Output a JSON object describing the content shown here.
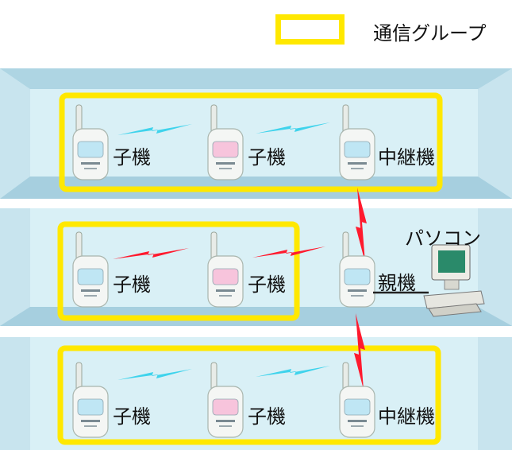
{
  "legend": {
    "label": "通信グループ",
    "color": "#ffe800"
  },
  "colors": {
    "shelf_back": "#d9f0f6",
    "shelf_side": "#b8dbe8",
    "shelf_floor": "#a6cfdf",
    "group_border": "#ffe800",
    "wireless_green_link": "#3fd3ec",
    "wireless_red_link": "#ff1a2e",
    "device_body": "#f4f6f4",
    "screen_blue": "#bfe6f4",
    "screen_pink": "#f7c4dc"
  },
  "floors": [
    {
      "devices": [
        {
          "label": "子機",
          "screen": "blue"
        },
        {
          "label": "子機",
          "screen": "pink"
        },
        {
          "label": "中継機",
          "screen": "blue"
        }
      ],
      "link_color": "wireless_green_link"
    },
    {
      "devices": [
        {
          "label": "子機",
          "screen": "blue"
        },
        {
          "label": "子機",
          "screen": "pink"
        },
        {
          "label": "親機",
          "screen": "blue"
        }
      ],
      "link_color": "wireless_red_link"
    },
    {
      "devices": [
        {
          "label": "子機",
          "screen": "blue"
        },
        {
          "label": "子機",
          "screen": "pink"
        },
        {
          "label": "中継機",
          "screen": "blue"
        }
      ],
      "link_color": "wireless_green_link"
    }
  ],
  "pc": {
    "label": "パソコン"
  }
}
